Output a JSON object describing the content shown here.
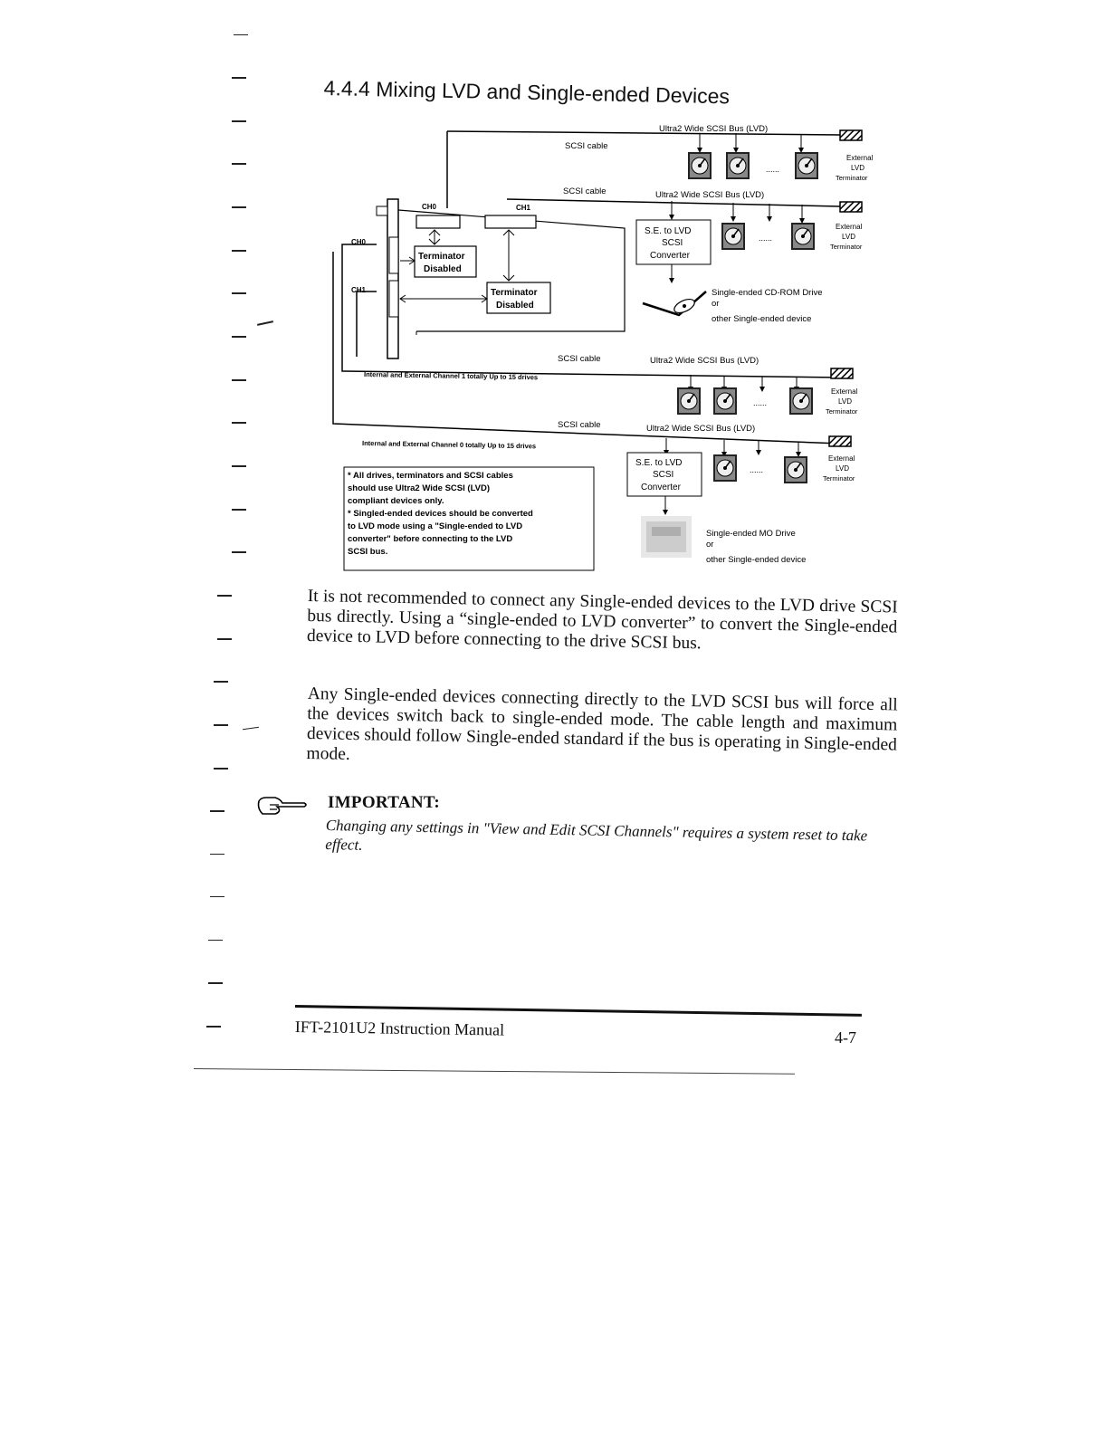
{
  "section": {
    "heading": "4.4.4  Mixing LVD and Single-ended Devices"
  },
  "diagram": {
    "bus_label": "Ultra2 Wide SCSI Bus (LVD)",
    "cable_label": "SCSI cable",
    "ext_terminator_line1": "External",
    "ext_terminator_line2": "LVD",
    "ext_terminator_line3": "Terminator",
    "ch0": "CH0",
    "ch1": "CH1",
    "term_disabled_line1": "Terminator",
    "term_disabled_line2": "Disabled",
    "converter_line1": "S.E. to LVD",
    "converter_line2": "SCSI",
    "converter_line3": "Converter",
    "cdrom_line1": "Single-ended CD-ROM Drive",
    "or": "or",
    "other_device": "other Single-ended device",
    "mo_line1": "Single-ended MO Drive",
    "ellipsis": "......",
    "channel1_total": "Internal and External Channel 1 totally Up to 15 drives",
    "channel0_total": "Internal and External Channel 0 totally Up to 15 drives",
    "note_lines": [
      "* All drives, terminators and SCSI cables",
      "  should use Ultra2 Wide SCSI (LVD)",
      "  compliant devices only.",
      "* Singled-ended devices should be converted",
      "  to LVD mode using a \"Single-ended to LVD",
      "  converter\" before connecting  to the LVD",
      "  SCSI bus."
    ]
  },
  "body": {
    "paragraph1": "It is not recommended to connect any Single-ended devices to the LVD drive SCSI bus directly. Using a “single-ended to LVD converter” to convert the Single-ended device to LVD before connecting to the drive SCSI bus.",
    "paragraph2": "Any Single-ended devices connecting directly to the LVD SCSI bus will force all the devices switch back to single-ended mode. The cable length and maximum devices should follow Single-ended standard if the bus is operating in Single-ended mode."
  },
  "important": {
    "label": "IMPORTANT:",
    "text": "Changing any settings in \"View and Edit SCSI Channels\" requires a system reset to take effect."
  },
  "footer": {
    "manual_title": "IFT-2101U2 Instruction Manual",
    "page_number": "4-7"
  }
}
